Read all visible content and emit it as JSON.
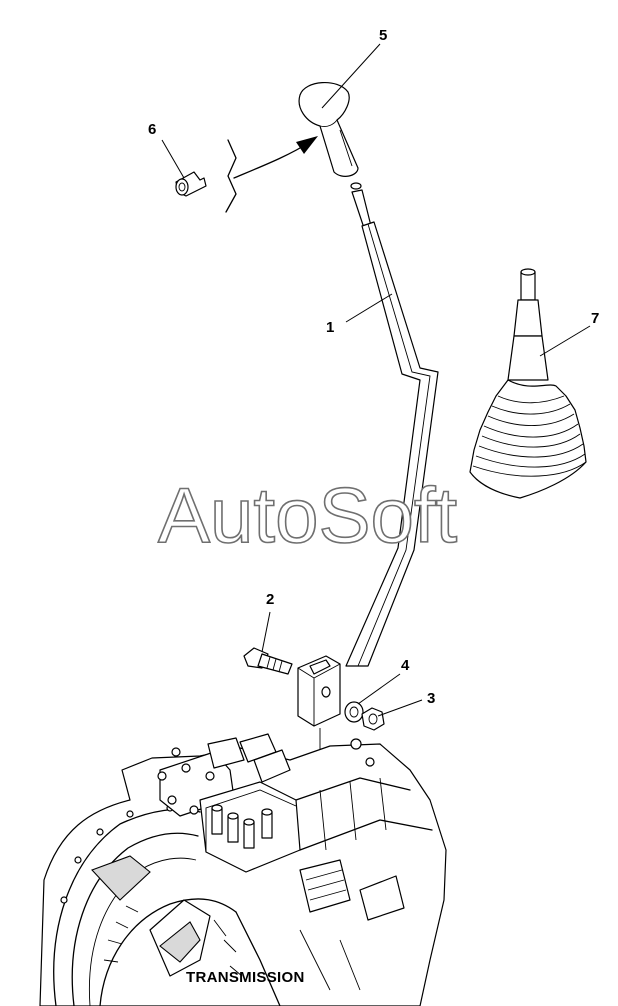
{
  "diagram": {
    "caption": "TRANSMISSION",
    "watermark": "AutoSoft",
    "callouts": [
      "1",
      "2",
      "3",
      "4",
      "5",
      "6",
      "7"
    ]
  },
  "icons": {
    "gear_lever": "gear-lever-icon",
    "knob": "shift-knob-icon",
    "boot": "rubber-boot-icon",
    "bolt": "bolt-icon",
    "nut": "nut-icon",
    "washer": "washer-icon",
    "plug": "plug-icon",
    "transmission": "transmission-housing-icon"
  }
}
